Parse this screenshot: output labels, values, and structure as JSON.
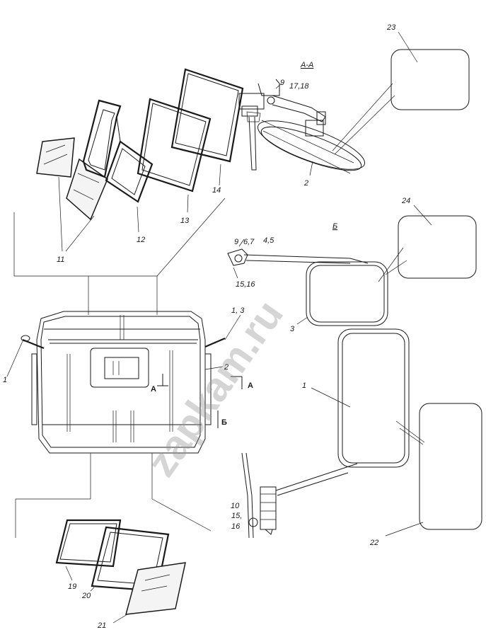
{
  "watermark": "zapkam.ru",
  "section_labels": {
    "section_aa": "А-А",
    "section_b": "Б",
    "arrow_a_left": "А",
    "arrow_a_right": "А",
    "arrow_b": "Б"
  },
  "callouts": {
    "c1_left": "1",
    "c1_mirror": "1",
    "c1_3": "1, 3",
    "c2_cab": "2",
    "c2_mirror": "2",
    "c3": "3",
    "c4_5": "4,5",
    "c6_7": "6,7",
    "c9_top": "9",
    "c9_mid": "9",
    "c10": "10",
    "c11": "11",
    "c12": "12",
    "c13": "13",
    "c14": "14",
    "c15": "15,",
    "c15_16": "15,16",
    "c16": "16",
    "c17_18": "17,18",
    "c19": "19",
    "c20": "20",
    "c21": "21",
    "c22": "22",
    "c23": "23",
    "c24": "24"
  }
}
